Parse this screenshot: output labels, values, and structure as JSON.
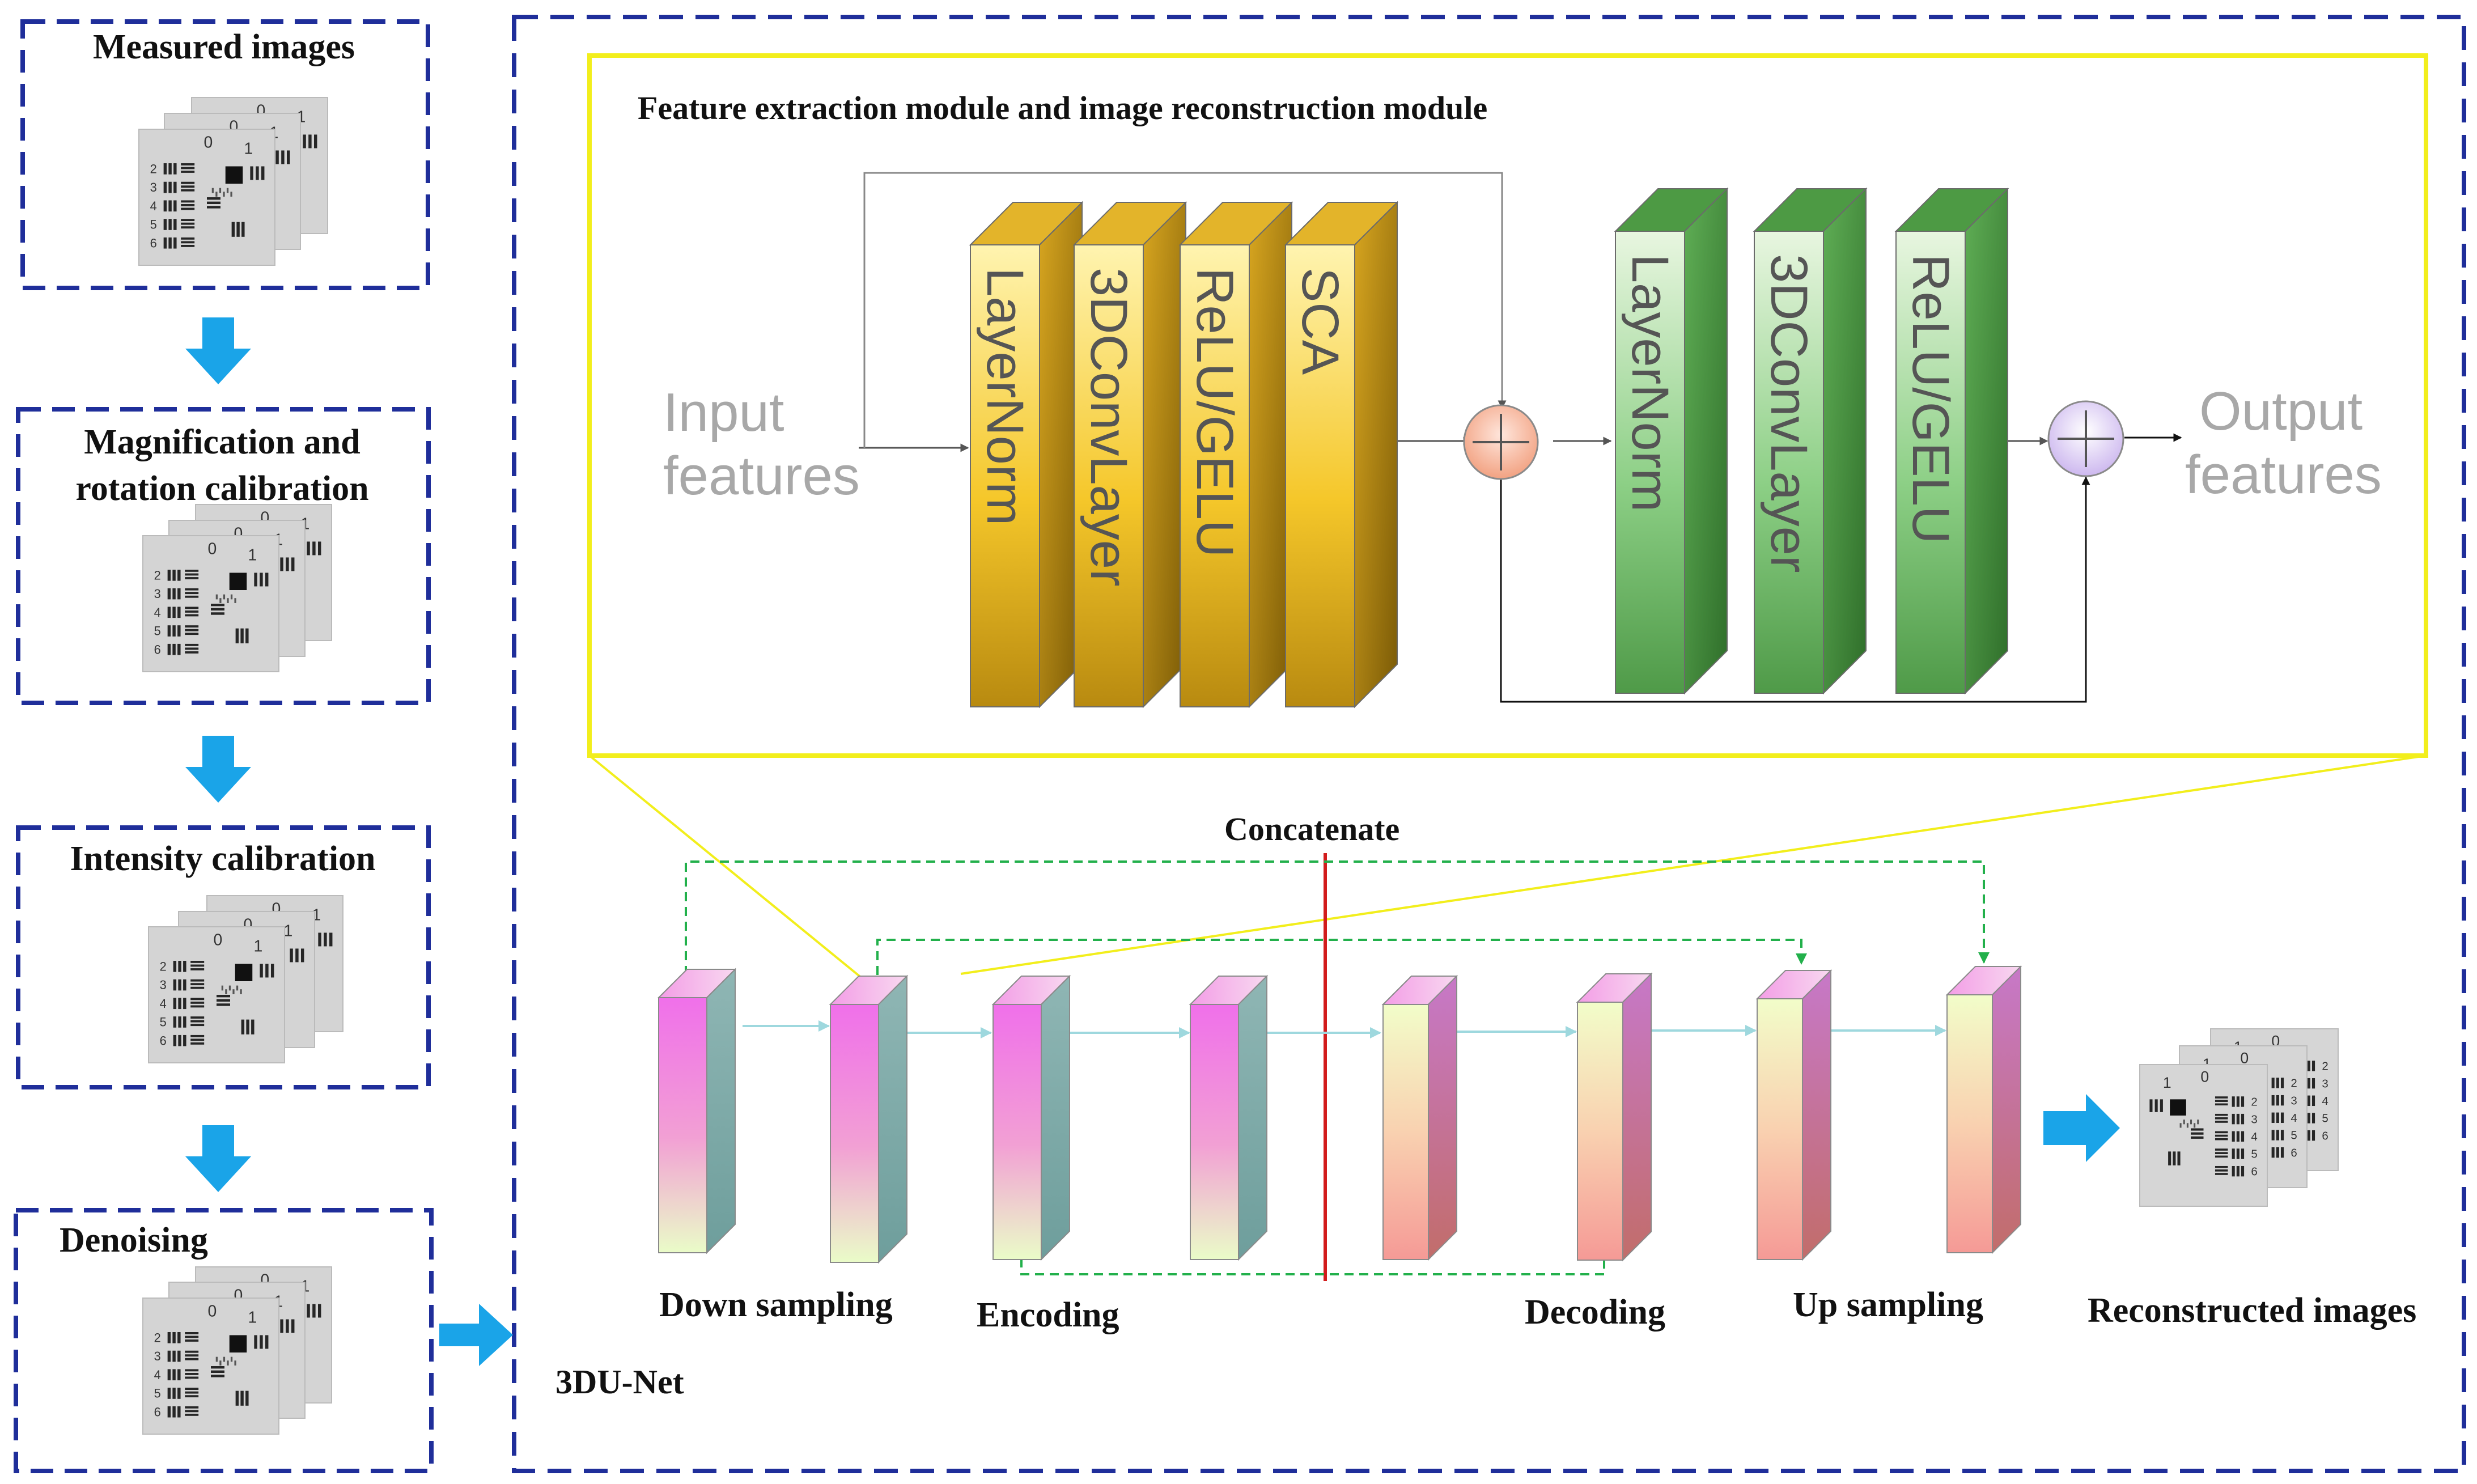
{
  "pipeline": {
    "steps": [
      {
        "label_lines": [
          "Measured images"
        ]
      },
      {
        "label_lines": [
          "Magnification and",
          "rotation calibration"
        ]
      },
      {
        "label_lines": [
          "Intensity  calibration"
        ]
      },
      {
        "label_lines": [
          "Denoising"
        ]
      }
    ]
  },
  "target_digits": [
    "0",
    "1",
    "2",
    "3",
    "4",
    "5",
    "6"
  ],
  "module": {
    "title": "Feature extraction module and image reconstruction module",
    "input_lines": [
      "Input",
      "features"
    ],
    "output_lines": [
      "Output",
      "features"
    ],
    "gold_blocks": [
      "LayerNorm",
      "3DConvLayer",
      "ReLU/GELU",
      "SCA"
    ],
    "green_blocks": [
      "LayerNorm",
      "3DConvLayer",
      "ReLU/GELU"
    ]
  },
  "unet": {
    "concat_label": "Concatenate",
    "name": "3DU-Net",
    "stage_labels": {
      "down": "Down sampling",
      "encoding": "Encoding",
      "decoding": "Decoding",
      "up": "Up sampling",
      "output": "Reconstructed images"
    }
  },
  "colors": {
    "dash_blue": "#1f2e9a",
    "arrow_cyan": "#1aa4e8",
    "yellow": "#f2ee1c",
    "skip_green": "#22b04b",
    "concat_red": "#d21c1c"
  }
}
